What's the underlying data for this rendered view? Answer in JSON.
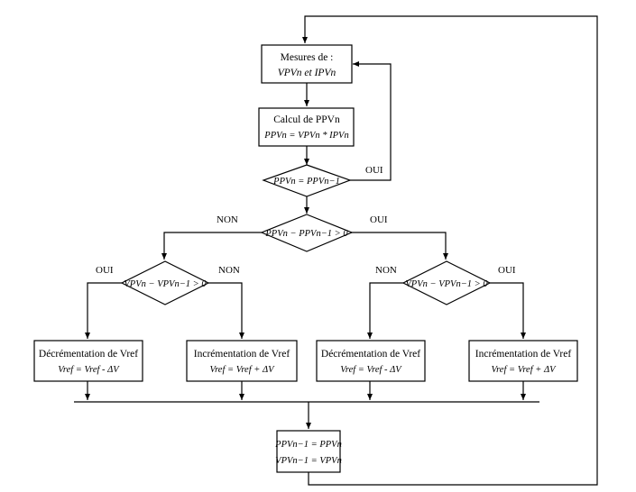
{
  "flowchart": {
    "measure": {
      "line1": "Mesures de :",
      "line2": "VPVn et IPVn"
    },
    "calc": {
      "line1": "Calcul de PPVn",
      "line2": "PPVn = VPVn * IPVn"
    },
    "cond_equal": {
      "text": "PPVn = PPVn−1",
      "yes_label": "OUI"
    },
    "cond_power": {
      "text": "PPVn − PPVn−1 > 0",
      "no_label": "NON",
      "yes_label": "OUI"
    },
    "cond_volt_left": {
      "text": "VPVn − VPVn−1 > 0",
      "yes_label": "OUI",
      "no_label": "NON"
    },
    "cond_volt_right": {
      "text": "VPVn − VPVn−1 > 0",
      "no_label": "NON",
      "yes_label": "OUI"
    },
    "box_dec_1": {
      "line1": "Décrémentation de Vref",
      "line2": "Vref = Vref - ΔV"
    },
    "box_inc_1": {
      "line1": "Incrémentation de Vref",
      "line2": "Vref = Vref + ΔV"
    },
    "box_dec_2": {
      "line1": "Décrémentation de Vref",
      "line2": "Vref = Vref - ΔV"
    },
    "box_inc_2": {
      "line1": "Incrémentation de Vref",
      "line2": "Vref = Vref + ΔV"
    },
    "update": {
      "line1": "PPVn−1 = PPVn",
      "line2": "VPVn−1 = VPVn"
    }
  }
}
